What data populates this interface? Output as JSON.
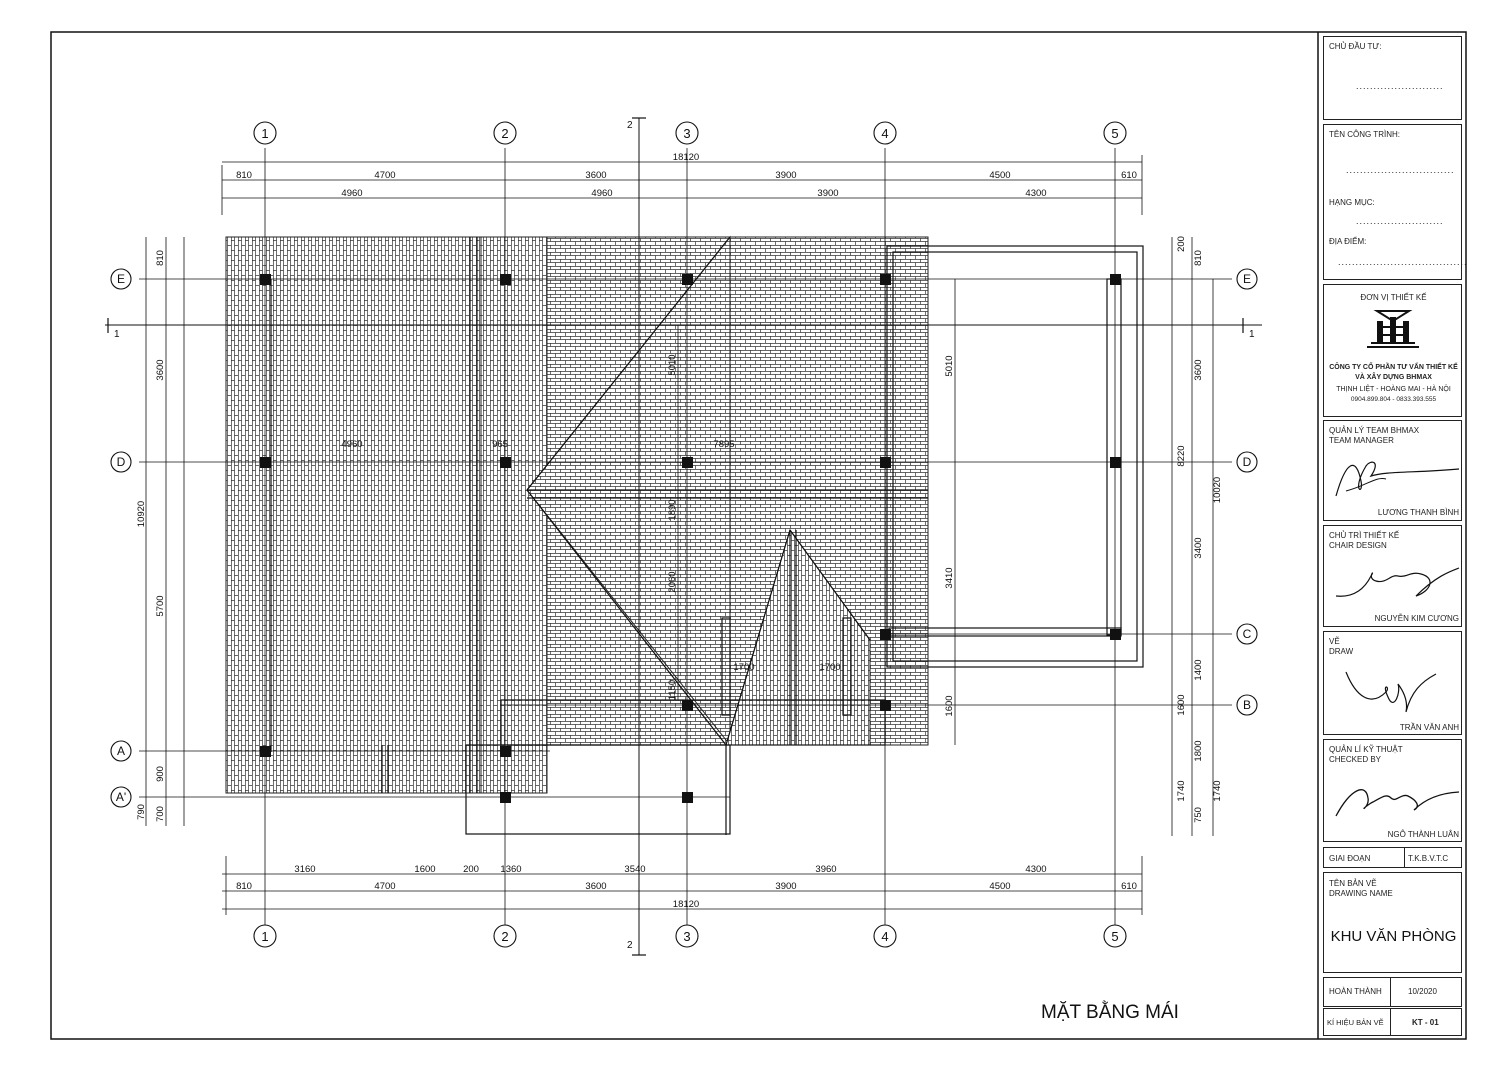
{
  "drawing": {
    "title": "MẶT BẰNG MÁI",
    "axes_top": [
      "1",
      "2",
      "3",
      "4",
      "5"
    ],
    "axes_side": [
      "E",
      "D",
      "C",
      "B",
      "A",
      "A'"
    ],
    "section_marks": {
      "s1": "1",
      "s2": "2"
    },
    "dims_top_row1": [
      "810",
      "4700",
      "3600",
      "3900",
      "4500",
      "610"
    ],
    "dims_top_row2": [
      "4960",
      "4960",
      "3900",
      "4300"
    ],
    "dims_top_total": "18120",
    "dims_bottom_row1": [
      "3160",
      "1600",
      "200",
      "1360",
      "3540",
      "3960",
      "4300"
    ],
    "dims_bottom_row2": [
      "810",
      "4700",
      "3600",
      "3900",
      "4500",
      "610"
    ],
    "dims_bottom_total": "18120",
    "dims_left_a": [
      "810",
      "3600",
      "5700",
      "900",
      "790"
    ],
    "dims_left_b": [
      "700"
    ],
    "dims_left_total": "10920",
    "dims_right_a": [
      "810",
      "3600",
      "3400",
      "1400",
      "1600",
      "1800",
      "1740",
      "750"
    ],
    "dims_right_b": [
      "200"
    ],
    "dims_right_mid": [
      "8220",
      "10020",
      "1740"
    ],
    "dims_inner": [
      "4960",
      "965",
      "7895",
      "5010",
      "3410",
      "1600",
      "1700",
      "1700",
      "5010",
      "1890",
      "2060",
      "1150"
    ]
  },
  "title_block": {
    "owner_label": "CHỦ ĐẦU TƯ:",
    "project_label": "TÊN CÔNG TRÌNH:",
    "item_label": "HẠNG MỤC:",
    "location_label": "ĐỊA ĐIỂM:",
    "designer_unit_label": "ĐƠN VỊ THIẾT KẾ",
    "company_line1": "CÔNG TY CỔ PHẦN TƯ VẤN THIẾT KẾ",
    "company_line2": "VÀ XÂY DỰNG BHMAX",
    "company_address": "THỊNH LIỆT - HOÀNG MAI - HÀ NỘI",
    "company_phone": "0904.899.804 - 0833.393.555",
    "manager_label1": "QUẢN LÝ TEAM BHMAX",
    "manager_label2": "TEAM MANAGER",
    "manager_name": "LƯƠNG THANH BÌNH",
    "chair_label1": "CHỦ TRÌ THIẾT KẾ",
    "chair_label2": "CHAIR DESIGN",
    "chair_name": "NGUYỄN KIM CƯƠNG",
    "draw_label1": "VẼ",
    "draw_label2": "DRAW",
    "draw_name": "TRẦN VĂN ANH",
    "check_label1": "QUẢN LÍ KỸ THUẬT",
    "check_label2": "CHECKED BY",
    "check_name": "NGÔ THÀNH LUÂN",
    "phase_label": "GIAI ĐOẠN",
    "phase_value": "T.K.B.V.T.C",
    "drawing_name_label1": "TÊN BẢN VẼ",
    "drawing_name_label2": "DRAWING NAME",
    "drawing_name": "KHU VĂN PHÒNG",
    "complete_label": "HOÀN THÀNH",
    "complete_value": "10/2020",
    "code_label": "KÍ HIỆU BẢN VẼ",
    "code_value": "KT - 01"
  }
}
